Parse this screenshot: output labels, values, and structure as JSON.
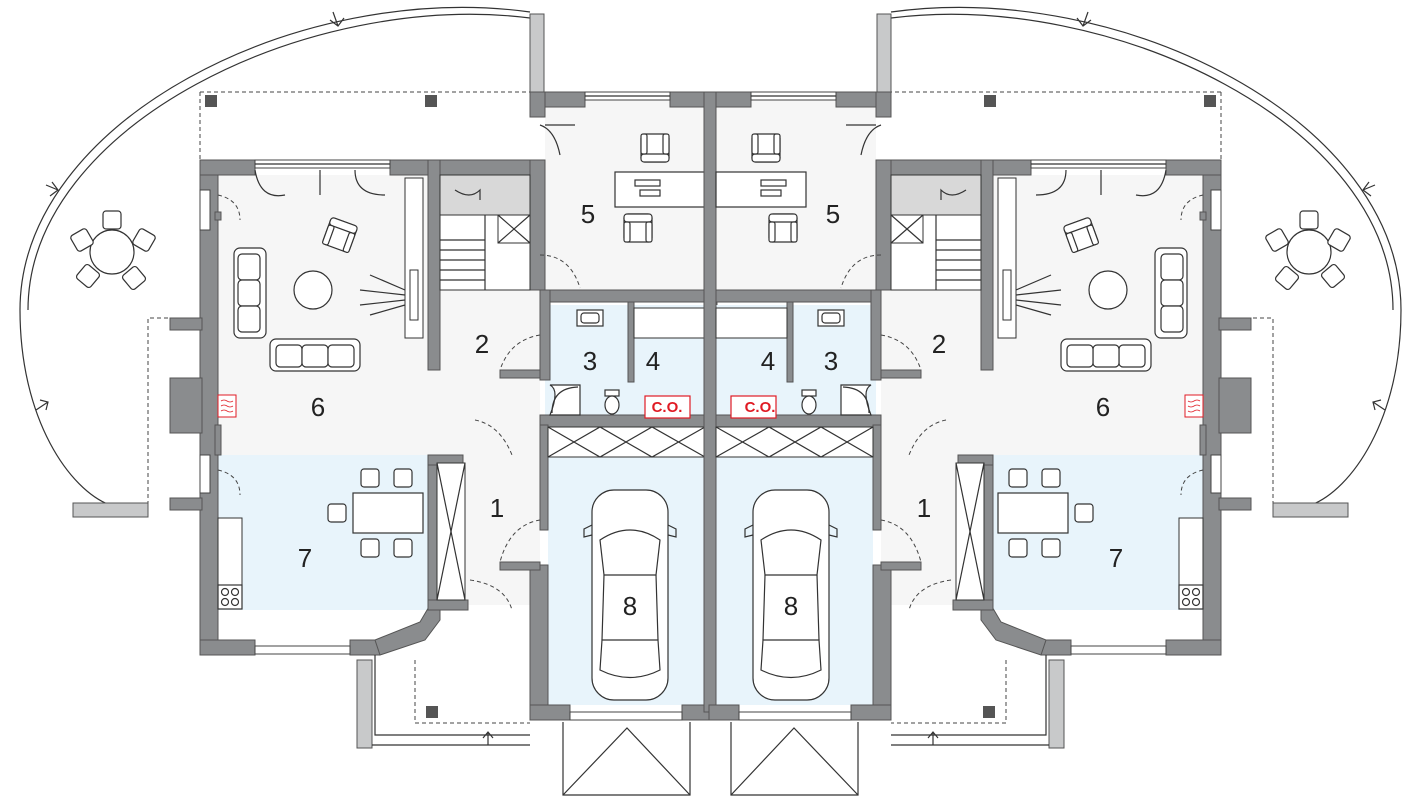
{
  "rooms": [
    {
      "num": "1"
    },
    {
      "num": "2"
    },
    {
      "num": "3"
    },
    {
      "num": "4"
    },
    {
      "num": "5"
    },
    {
      "num": "6"
    },
    {
      "num": "7"
    },
    {
      "num": "8"
    }
  ],
  "co_label": "C.O.",
  "colors": {
    "wall": "#8a8c8e",
    "floor_blue": "#e8f4fb",
    "floor_grey": "#f4f4f4",
    "co_red": "#e01b24"
  }
}
